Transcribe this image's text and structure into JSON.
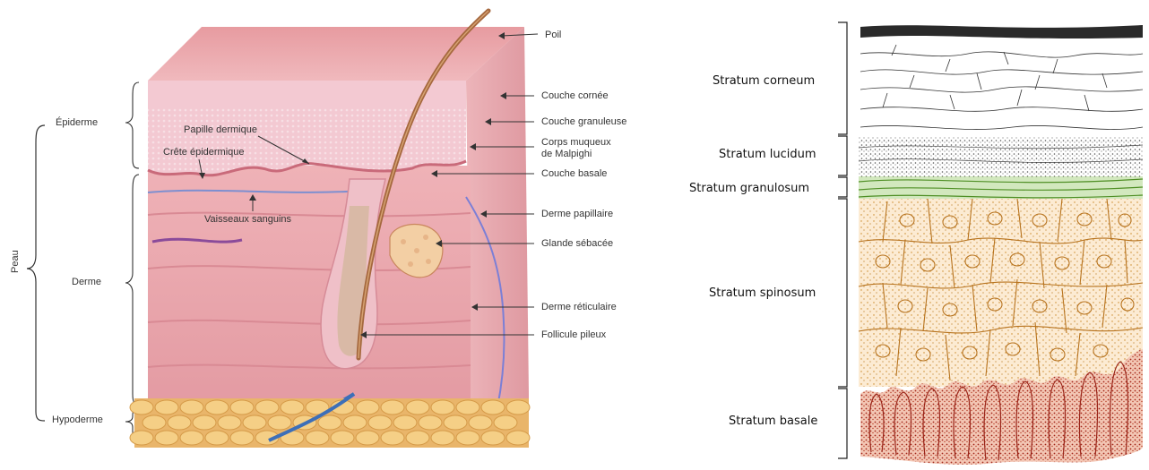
{
  "left_diagram": {
    "side_labels": {
      "skin": "Peau",
      "epidermis": "Épiderme",
      "dermis": "Derme",
      "hypodermis": "Hypoderme"
    },
    "inner_labels": {
      "dermal_papilla": "Papille dermique",
      "epidermal_ridge": "Crête épidermique",
      "blood_vessels": "Vaisseaux sanguins"
    },
    "callouts": {
      "hair": "Poil",
      "horny_layer": "Couche cornée",
      "granular_layer": "Couche granuleuse",
      "malpighi_line1": "Corps muqueux",
      "malpighi_line2": "de Malpighi",
      "basal_layer": "Couche basale",
      "papillary_dermis": "Derme papillaire",
      "sebaceous_gland": "Glande sébacée",
      "reticular_dermis": "Derme réticulaire",
      "hair_follicle": "Follicule pileux"
    }
  },
  "right_diagram": {
    "layers": {
      "corneum": "Stratum corneum",
      "lucidum": "Stratum lucidum",
      "granulosum": "Stratum granulosum",
      "spinosum": "Stratum spinosum",
      "basale": "Stratum basale"
    }
  },
  "colors": {
    "epidermis": "#f3c9d2",
    "dermis": "#e9a4ad",
    "fat": "#f5cf86",
    "granulosum": "#5aa02c",
    "spinosum": "#c98a2a",
    "basale": "#a2261a"
  }
}
